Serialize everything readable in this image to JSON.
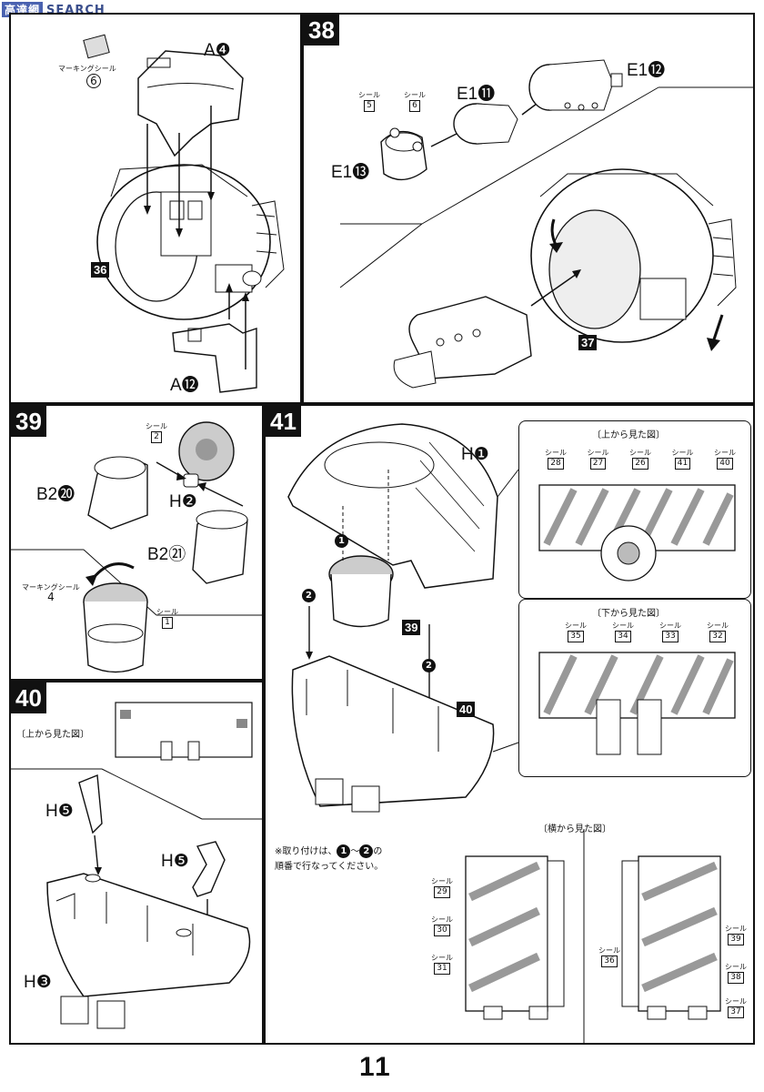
{
  "watermark": "高達網 SEARCH",
  "page_number": "11",
  "step37": {
    "part_top": "A❹",
    "seal_caption": "マーキングシール",
    "seal_number": "6",
    "ref_tag": "36",
    "part_bottom": "A⓬"
  },
  "step38": {
    "number": "38",
    "part_e11": "E1⓫",
    "part_e12": "E1⓬",
    "part_e13": "E1⓭",
    "seal_word": "シール",
    "seal_a": "5",
    "seal_b": "6",
    "ref_tag": "37"
  },
  "step39": {
    "number": "39",
    "seal_word": "シール",
    "seal_top": "2",
    "part_b20": "B2⓴",
    "part_h2": "H❷",
    "part_b21": "B2㉑",
    "marking_caption": "マーキングシール",
    "marking_number": "4",
    "seal_bottom": "1"
  },
  "step40": {
    "number": "40",
    "view_top": "〔上から見た図〕",
    "part_h5a": "H❺",
    "part_h5b": "H❺",
    "part_h3": "H❸"
  },
  "step41": {
    "number": "41",
    "part_h1": "H❶",
    "ref39": "39",
    "ref40": "40",
    "order1": "1",
    "order2": "2",
    "order2b": "2",
    "note_line1_prefix": "※取り付けは、",
    "note_line1_mid": "～",
    "note_line1_suffix": "の",
    "note_line2": "順番で行なってください。",
    "top_view": "〔上から見た図〕",
    "bottom_view": "〔下から見た図〕",
    "side_view": "〔横から見た図〕",
    "seal_word": "シール",
    "top_seals": [
      "28",
      "27",
      "26",
      "41",
      "40"
    ],
    "bottom_seals": [
      "35",
      "34",
      "33",
      "32"
    ],
    "side_left_seals": [
      "29",
      "30",
      "31"
    ],
    "side_right_seals": [
      "39",
      "36",
      "38",
      "37"
    ]
  }
}
